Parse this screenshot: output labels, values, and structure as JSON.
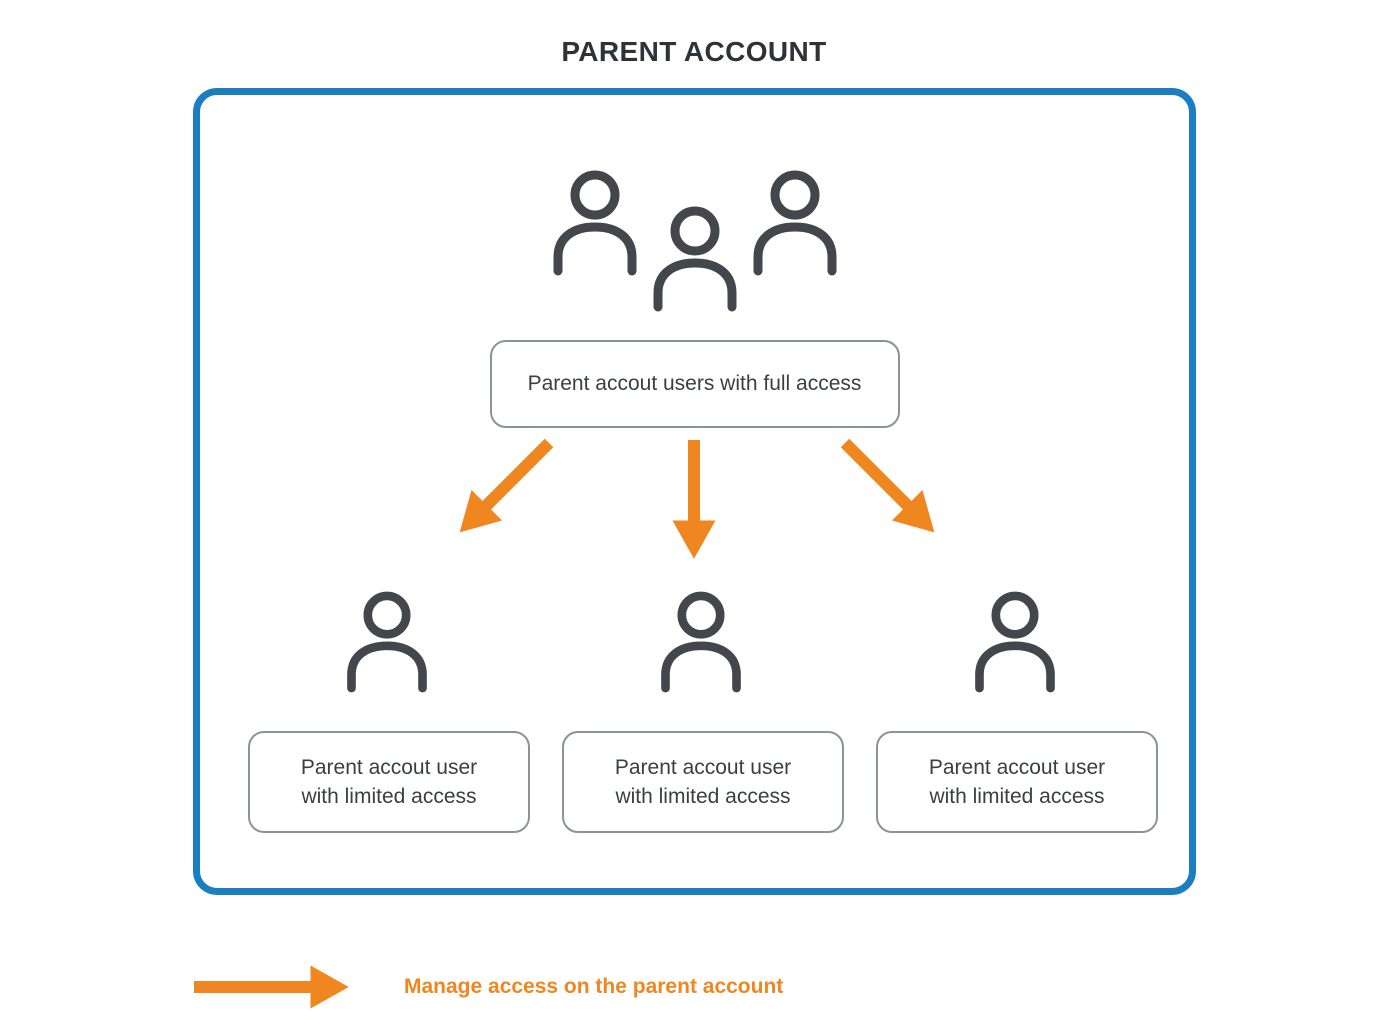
{
  "title": "PARENT ACCOUNT",
  "root_node": {
    "label": "Parent accout users with full access"
  },
  "child_nodes": [
    {
      "line1": "Parent accout user",
      "line2": "with limited access"
    },
    {
      "line1": "Parent accout user",
      "line2": "with limited access"
    },
    {
      "line1": "Parent accout user",
      "line2": "with limited access"
    }
  ],
  "legend": {
    "label": "Manage access on the parent account"
  },
  "icons": {
    "group": "user-group-icon",
    "user": "user-icon",
    "arrows": [
      "arrow-down-left-icon",
      "arrow-down-icon",
      "arrow-down-right-icon"
    ],
    "legend_arrow": "arrow-right-icon"
  },
  "colors": {
    "container_border": "#1b7ec0",
    "arrow_orange": "#f0861f",
    "icon_gray": "#43474b",
    "node_border_gray": "#8d9296",
    "text_dark": "#3a3f44",
    "legend_text": "#f0861f",
    "background": "#ffffff"
  }
}
